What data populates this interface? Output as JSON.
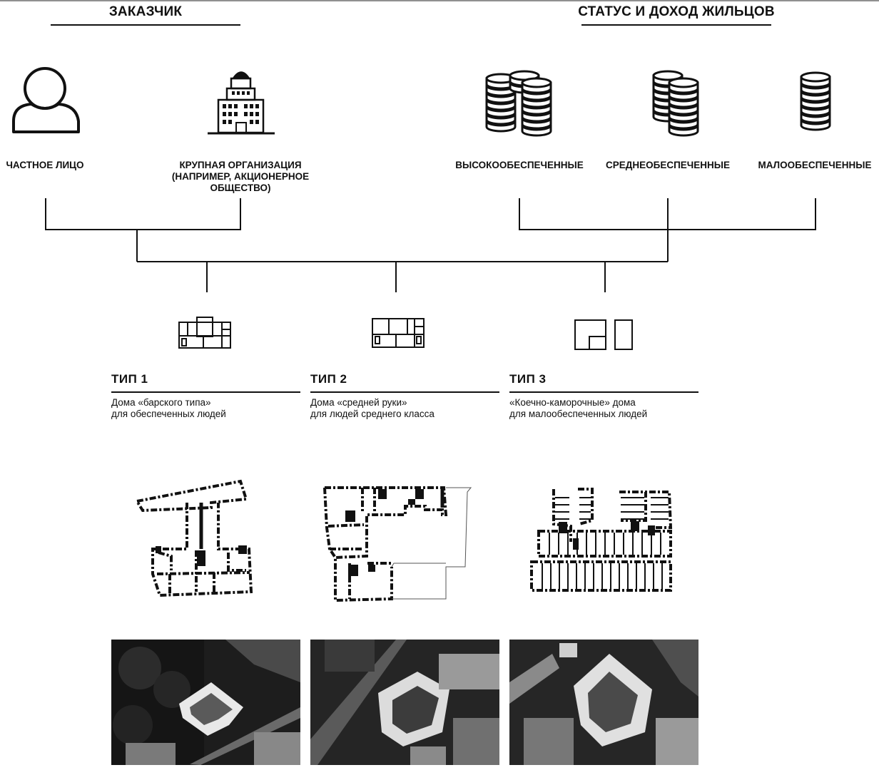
{
  "header": {
    "customer_title": "ЗАКАЗЧИК",
    "residents_title": "СТАТУС И ДОХОД ЖИЛЬЦОВ"
  },
  "customers": [
    {
      "label": "ЧАСТНОЕ ЛИЦО",
      "icon": "person-icon"
    },
    {
      "label": "КРУПНАЯ ОРГАНИЗАЦИЯ",
      "label2": "(НАПРИМЕР, АКЦИОНЕРНОЕ",
      "label3": "ОБЩЕСТВО)",
      "icon": "office-building-icon"
    }
  ],
  "residents": [
    {
      "label": "ВЫСОКООБЕСПЕЧЕННЫЕ",
      "icon": "coins-three-stacks-icon"
    },
    {
      "label": "СРЕДНЕОБЕСПЕЧЕННЫЕ",
      "icon": "coins-two-stacks-icon"
    },
    {
      "label": "МАЛООБЕСПЕЧЕННЫЕ",
      "icon": "coins-one-stack-icon"
    }
  ],
  "types": [
    {
      "title": "ТИП 1",
      "desc1": "Дома «барского типа»",
      "desc2": "для обеспеченных людей"
    },
    {
      "title": "ТИП 2",
      "desc1": "Дома «средней руки»",
      "desc2": "для людей среднего класса"
    },
    {
      "title": "ТИП 3",
      "desc1": "«Коечно-каморочные» дома",
      "desc2": "для малообеспеченных людей"
    }
  ],
  "colors": {
    "ink": "#111111",
    "background": "#ffffff",
    "photo": "#2a2a2a"
  }
}
